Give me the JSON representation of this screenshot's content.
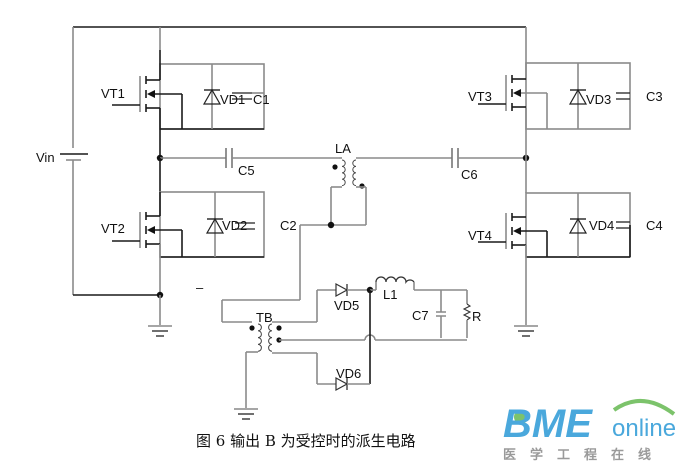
{
  "diagram": {
    "type": "circuit-schematic",
    "caption": "图 6   输出 B 为受控时的派生电路",
    "source": {
      "labels": {
        "vin": "Vin"
      }
    },
    "switches": [
      {
        "id": "VT1",
        "label": "VT1",
        "diode": "VD1",
        "capacitor": "C1"
      },
      {
        "id": "VT2",
        "label": "VT2",
        "diode": "VD2",
        "capacitor": "C2"
      },
      {
        "id": "VT3",
        "label": "VT3",
        "diode": "VD3",
        "capacitor": "C3"
      },
      {
        "id": "VT4",
        "label": "VT4",
        "diode": "VD4",
        "capacitor": "C4"
      }
    ],
    "coupling": {
      "c5": "C5",
      "c6": "C6",
      "la": "LA"
    },
    "output": {
      "tb": "TB",
      "vd5": "VD5",
      "vd6": "VD6",
      "l1": "L1",
      "c7": "C7",
      "r": "R"
    },
    "stray_mark": "–"
  },
  "watermark": {
    "brand": "BME",
    "suffix": "online",
    "subtitle": "医学工程在线",
    "colors": {
      "brand": "#4aa8dc",
      "arc": "#7cc36b",
      "subtitle": "#9a9a9a"
    }
  }
}
